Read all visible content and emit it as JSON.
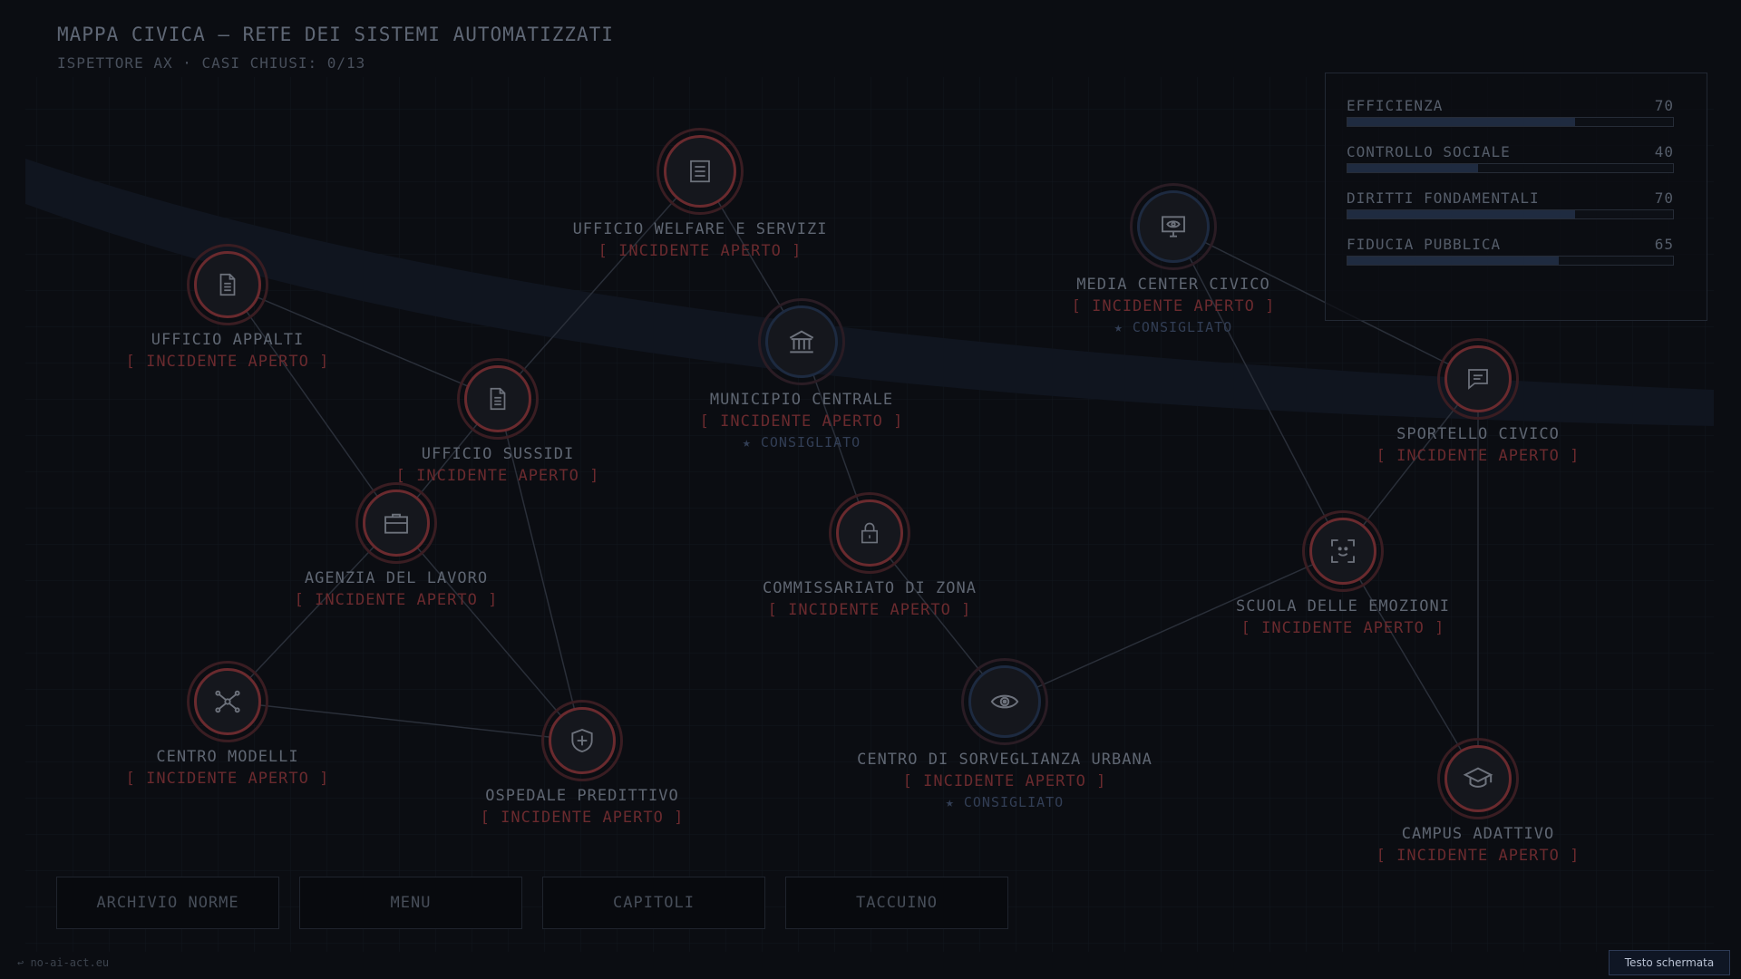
{
  "header": {
    "title": "MAPPA CIVICA — RETE DEI SISTEMI AUTOMATIZZATI",
    "subtitle": "ISPETTORE AX · CASI CHIUSI: 0/13"
  },
  "stats": [
    {
      "label": "EFFICIENZA",
      "value": 70
    },
    {
      "label": "CONTROLLO SOCIALE",
      "value": 40
    },
    {
      "label": "DIRITTI FONDAMENTALI",
      "value": 70
    },
    {
      "label": "FIDUCIA PUBBLICA",
      "value": 65
    }
  ],
  "status_open": "[ INCIDENTE APERTO ]",
  "recommended_label": "★ CONSIGLIATO",
  "colors": {
    "ring_red": "#6a2a2e",
    "ring_blue": "#1d2a40",
    "fill_bar": "#1f2b40",
    "button_highlight": "#2d3a55"
  },
  "nodes": [
    {
      "id": "welfare",
      "name": "UFFICIO WELFARE E SERVIZI",
      "icon": "document-list-icon",
      "recommended": false
    },
    {
      "id": "appalti",
      "name": "UFFICIO APPALTI",
      "icon": "document-icon",
      "recommended": false
    },
    {
      "id": "sussidi",
      "name": "UFFICIO SUSSIDI",
      "icon": "document-icon",
      "recommended": false
    },
    {
      "id": "municipio",
      "name": "MUNICIPIO CENTRALE",
      "icon": "bank-icon",
      "recommended": true
    },
    {
      "id": "media",
      "name": "MEDIA CENTER CIVICO",
      "icon": "monitor-eye-icon",
      "recommended": true
    },
    {
      "id": "sportello",
      "name": "SPORTELLO CIVICO",
      "icon": "chat-bubble-icon",
      "recommended": false
    },
    {
      "id": "lavoro",
      "name": "AGENZIA DEL LAVORO",
      "icon": "briefcase-icon",
      "recommended": false
    },
    {
      "id": "commissariato",
      "name": "COMMISSARIATO DI ZONA",
      "icon": "lock-icon",
      "recommended": false
    },
    {
      "id": "scuola",
      "name": "SCUOLA DELLE EMOZIONI",
      "icon": "face-scan-icon",
      "recommended": false
    },
    {
      "id": "modelli",
      "name": "CENTRO MODELLI",
      "icon": "network-icon",
      "recommended": false
    },
    {
      "id": "ospedale",
      "name": "OSPEDALE PREDITTIVO",
      "icon": "shield-plus-icon",
      "recommended": false
    },
    {
      "id": "sorveglianza",
      "name": "CENTRO DI SORVEGLIANZA URBANA",
      "icon": "eye-icon",
      "recommended": true
    },
    {
      "id": "campus",
      "name": "CAMPUS ADATTIVO",
      "icon": "graduation-cap-icon",
      "recommended": false
    }
  ],
  "buttons": {
    "archive": "ARCHIVIO NORME",
    "menu": "MENU",
    "chapters": "CAPITOLI",
    "notebook": "TACCUINO"
  },
  "footer": {
    "link": "↩ no-ai-act.eu",
    "screen_text": "Testo schermata"
  }
}
